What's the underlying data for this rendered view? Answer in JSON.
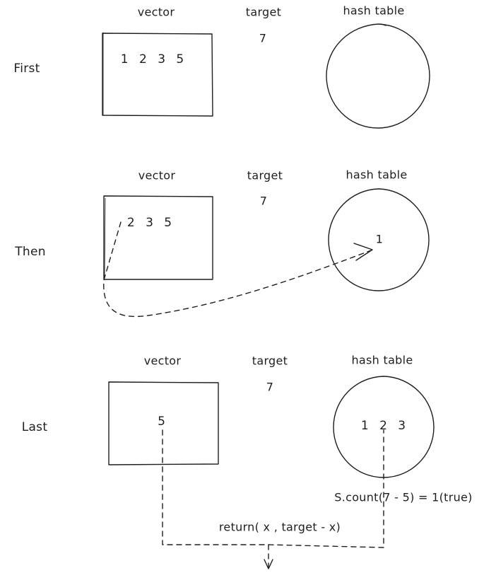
{
  "stages": [
    {
      "label": "First",
      "vector_title": "vector",
      "target_title": "target",
      "hash_title": "hash table",
      "vector_contents": "1 2 3 5",
      "target_value": "7",
      "hash_contents": ""
    },
    {
      "label": "Then",
      "vector_title": "vector",
      "target_title": "target",
      "hash_title": "hash table",
      "vector_contents": "2 3 5",
      "target_value": "7",
      "hash_contents": "1"
    },
    {
      "label": "Last",
      "vector_title": "vector",
      "target_title": "target",
      "hash_title": "hash table",
      "vector_contents": "5",
      "target_value": "7",
      "hash_contents": "1 2 3"
    }
  ],
  "count_check": "S.count(7 - 5) = 1(true)",
  "return_expr": "return( x , target - x)",
  "stroke_color": "#1e1e1e"
}
